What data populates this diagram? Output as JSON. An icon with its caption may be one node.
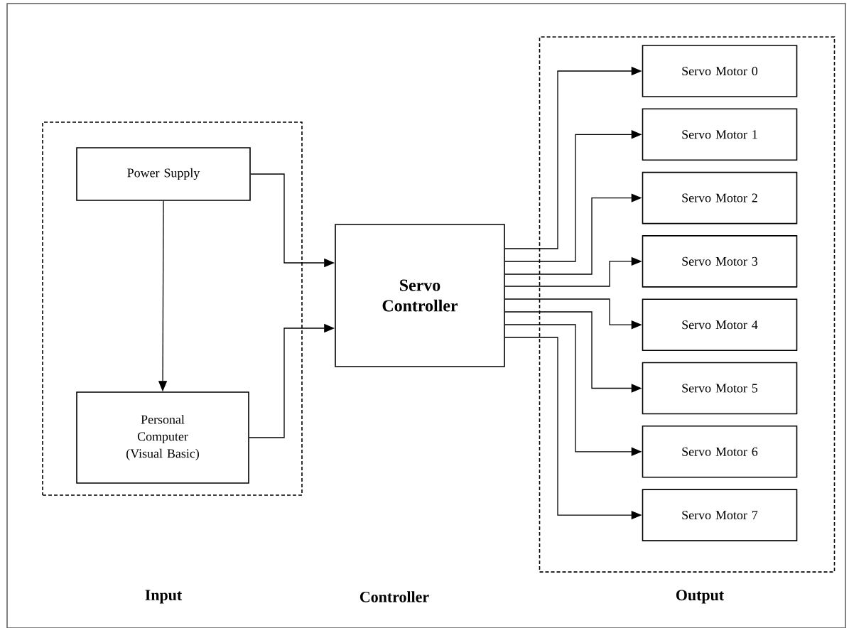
{
  "diagram": {
    "nodes": [
      {
        "text": [],
        "shape": "box"
      },
      {
        "text": [
          "Power Supply"
        ],
        "in": 0
      },
      {
        "text": [
          "Personal Computer (Visual Basic)"
        ],
        "in": 0
      },
      {
        "text": [
          "Servo Controller"
        ]
      },
      {
        "text": [],
        "shape": "box"
      },
      {
        "text": [
          "Servo Motor 0"
        ],
        "in": 4
      },
      {
        "text": [
          "Servo Motor 1"
        ],
        "in": 4
      },
      {
        "text": [
          "Servo Motor 2"
        ],
        "in": 4
      },
      {
        "text": [
          "Servo Motor 3"
        ],
        "in": 4
      },
      {
        "text": [
          "Servo Motor 4"
        ],
        "in": 4
      },
      {
        "text": [
          "Servo Motor 5"
        ],
        "in": 4
      },
      {
        "text": [
          "Servo Motor 6"
        ],
        "in": 4
      },
      {
        "text": [
          "Servo Motor 7"
        ],
        "in": 4
      }
    ],
    "edges": [
      {
        "from": 1,
        "to": 2,
        "arrow": "to"
      },
      {
        "from": 1,
        "to": 3,
        "arrow": "to"
      },
      {
        "from": 2,
        "to": 3,
        "arrow": "to"
      },
      {
        "from": 3,
        "to": 5,
        "arrow": "to"
      },
      {
        "from": 3,
        "to": 6,
        "arrow": "to"
      },
      {
        "from": 3,
        "to": 7,
        "arrow": "to"
      },
      {
        "from": 3,
        "to": 8,
        "arrow": "to"
      },
      {
        "from": 3,
        "to": 9,
        "arrow": "to"
      },
      {
        "from": 3,
        "to": 10,
        "arrow": "to"
      },
      {
        "from": 3,
        "to": 11,
        "arrow": "to"
      },
      {
        "from": 3,
        "to": 12,
        "arrow": "to"
      }
    ],
    "labels": [
      "Input",
      "Controller",
      "Output"
    ]
  }
}
